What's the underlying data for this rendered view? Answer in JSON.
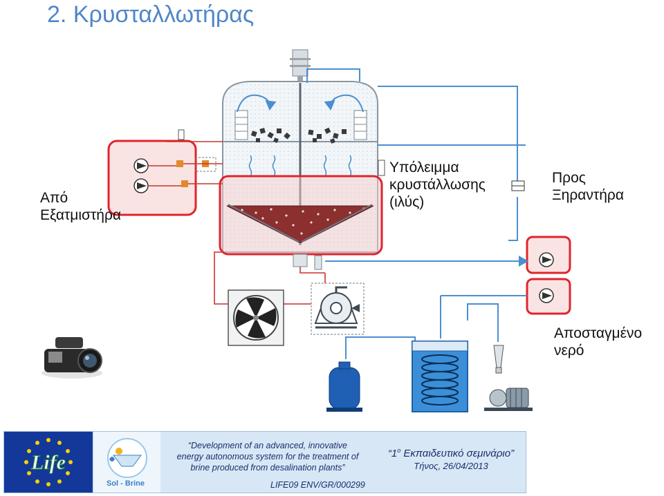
{
  "title": "2. Κρυσταλλωτήρας",
  "labels": {
    "from_evaporator": [
      "Από",
      "Εξατμιστήρα"
    ],
    "crystallization_residue": [
      "Υπόλειμμα",
      "κρυστάλλωσης",
      "(ιλύς)"
    ],
    "to_dryer": [
      "Προς",
      "Ξηραντήρα"
    ],
    "distilled_water": [
      "Αποσταγμένο",
      "νερό"
    ]
  },
  "footer": {
    "logo_life": "Life",
    "logo_solbrine": "Sol - Brine",
    "project_lines": [
      "“Development of an advanced, innovative",
      "energy autonomous system for the treatment of",
      "brine produced from desalination plants”"
    ],
    "project_code": "LIFE09 ENV/GR/000299",
    "seminar_prefix": "“1",
    "seminar_sup": "ο",
    "seminar_rest": " Εκπαιδευτικό σεμινάριο”",
    "seminar_place_date": "Τήνος, 26/04/2013"
  },
  "colors": {
    "title": "#4f87c6",
    "pipe": "#4a8fd0",
    "highlight_border": "#e0242c",
    "highlight_fill": "#f6cccc",
    "sludge": "#8b2f2f",
    "footer_bg": "#d7e7f6"
  },
  "icons": [
    "camera-icon",
    "pump-icon",
    "fan-icon",
    "turbine-icon",
    "tank-icon",
    "motor-icon"
  ]
}
